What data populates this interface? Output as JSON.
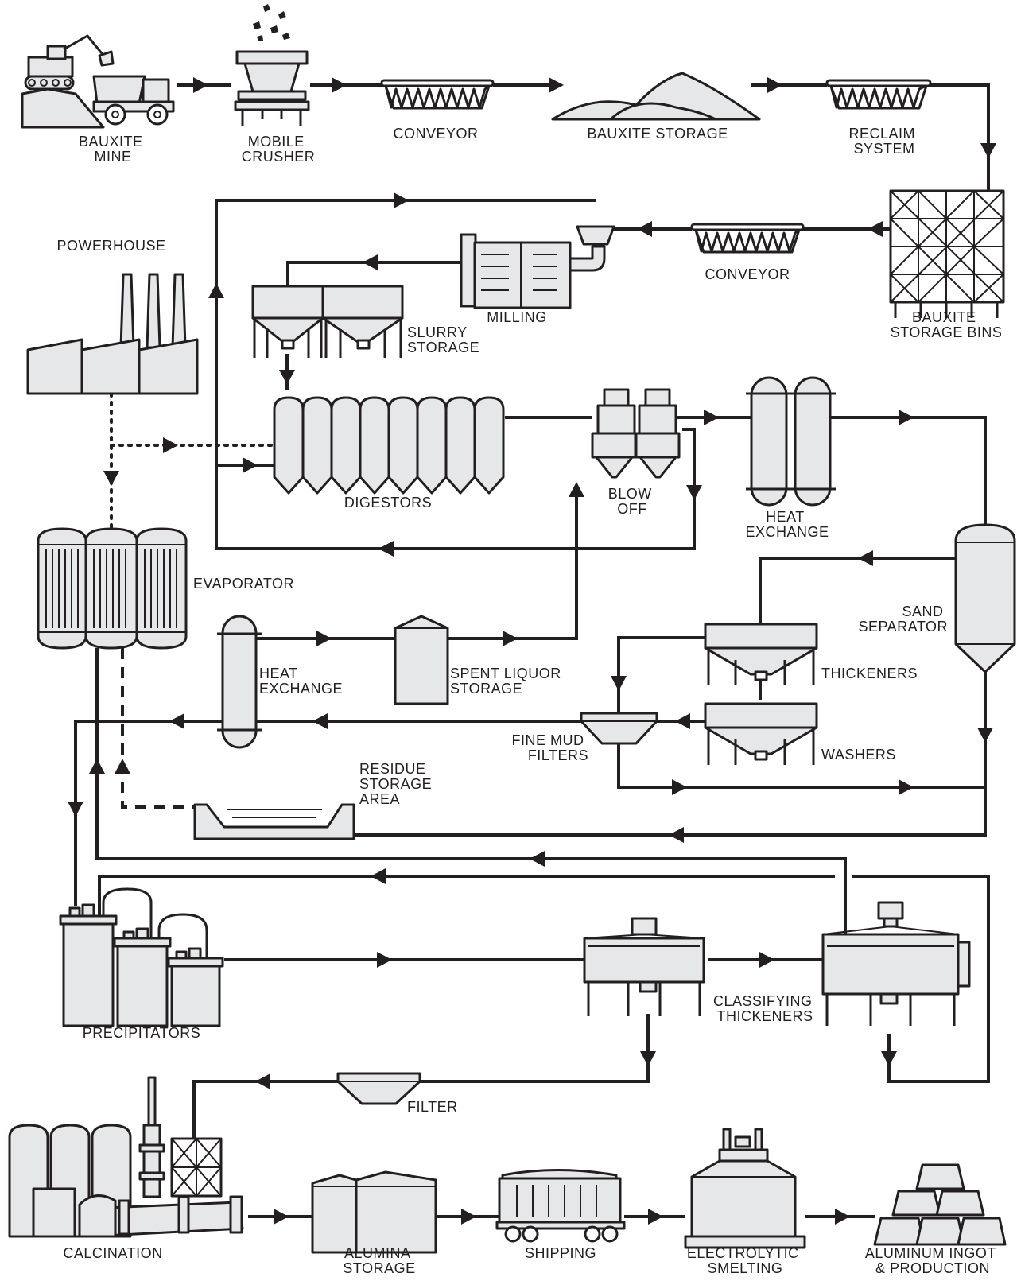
{
  "diagram": {
    "colors": {
      "ink": "#231f20",
      "fill": "#e6e7e8",
      "background": "#ffffff"
    },
    "labels": {
      "bauxite_mine": [
        "BAUXITE",
        "MINE"
      ],
      "mobile_crusher": [
        "MOBILE",
        "CRUSHER"
      ],
      "conveyor_top": [
        "CONVEYOR"
      ],
      "bauxite_storage": [
        "BAUXITE STORAGE"
      ],
      "reclaim_system": [
        "RECLAIM",
        "SYSTEM"
      ],
      "powerhouse": [
        "POWERHOUSE"
      ],
      "conveyor_mid": [
        "CONVEYOR"
      ],
      "milling": [
        "MILLING"
      ],
      "bauxite_storage_bins": [
        "BAUXITE",
        "STORAGE BINS"
      ],
      "slurry_storage": [
        "SLURRY",
        "STORAGE"
      ],
      "digestors": [
        "DIGESTORS"
      ],
      "blow_off": [
        "BLOW",
        "OFF"
      ],
      "heat_exchange_top": [
        "HEAT",
        "EXCHANGE"
      ],
      "evaporator": [
        "EVAPORATOR"
      ],
      "sand_separator": [
        "SAND",
        "SEPARATOR"
      ],
      "heat_exchange_left": [
        "HEAT",
        "EXCHANGE"
      ],
      "spent_liquor_storage": [
        "SPENT LIQUOR",
        "STORAGE"
      ],
      "thickeners": [
        "THICKENERS"
      ],
      "fine_mud_filters": [
        "FINE MUD",
        "FILTERS"
      ],
      "washers": [
        "WASHERS"
      ],
      "residue_storage_area": [
        "RESIDUE",
        "STORAGE",
        "AREA"
      ],
      "precipitators": [
        "PRECIPITATORS"
      ],
      "classifying_thickeners": [
        "CLASSIFYING",
        "THICKENERS"
      ],
      "filter": [
        "FILTER"
      ],
      "calcination": [
        "CALCINATION"
      ],
      "alumina_storage": [
        "ALUMINA",
        "STORAGE"
      ],
      "shipping": [
        "SHIPPING"
      ],
      "electrolytic_smelting": [
        "ELECTROLYTIC",
        "SMELTING"
      ],
      "aluminum_ingot": [
        "ALUMINUM INGOT",
        "& PRODUCTION"
      ]
    }
  }
}
